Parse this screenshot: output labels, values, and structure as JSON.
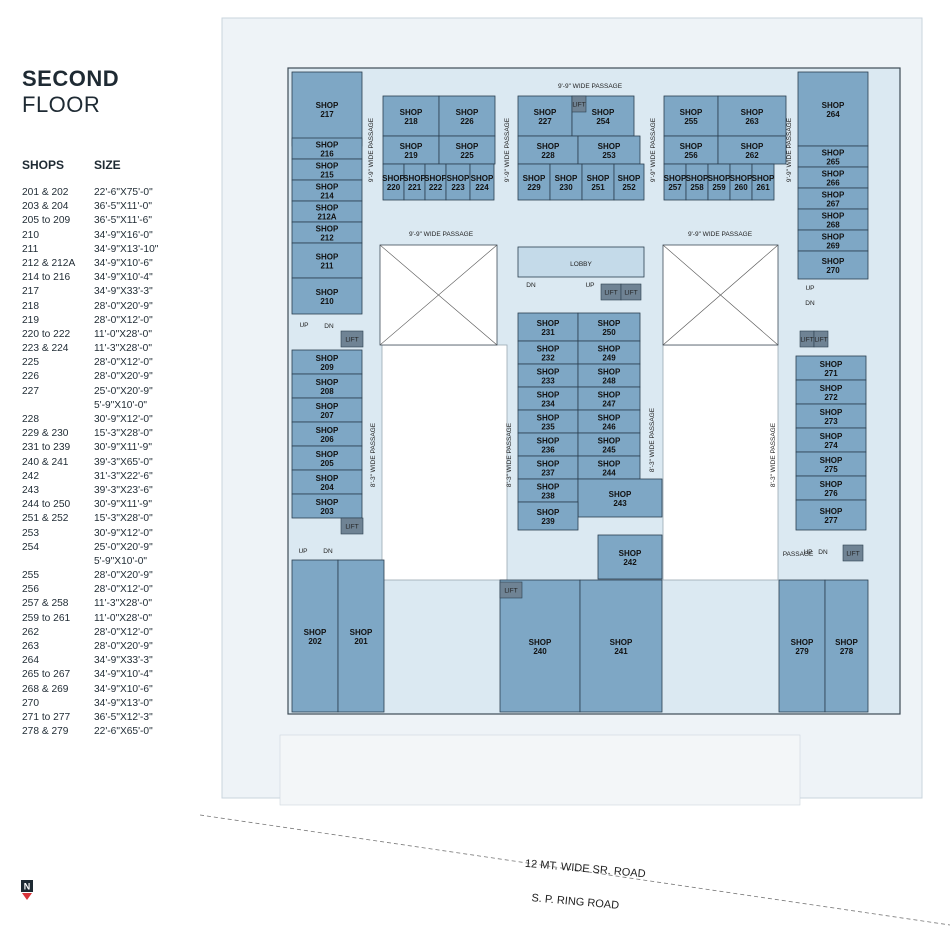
{
  "title": {
    "line1": "SECOND",
    "line2": "FLOOR"
  },
  "legend": {
    "col_shops": "SHOPS",
    "col_size": "SIZE",
    "rows": [
      [
        "201 & 202",
        "22'-6\"X75'-0\""
      ],
      [
        "203 & 204",
        "36'-5\"X11'-0\""
      ],
      [
        "205 to 209",
        "36'-5\"X11'-6\""
      ],
      [
        "210",
        "34'-9\"X16'-0\""
      ],
      [
        "211",
        "34'-9\"X13'-10\""
      ],
      [
        "212 & 212A",
        "34'-9\"X10'-6\""
      ],
      [
        "214 to 216",
        "34'-9\"X10'-4\""
      ],
      [
        "217",
        "34'-9\"X33'-3\""
      ],
      [
        "218",
        "28'-0\"X20'-9\""
      ],
      [
        "219",
        "28'-0\"X12'-0\""
      ],
      [
        "220 to 222",
        "11'-0\"X28'-0\""
      ],
      [
        "223 & 224",
        "11'-3\"X28'-0\""
      ],
      [
        "225",
        "28'-0\"X12'-0\""
      ],
      [
        "226",
        "28'-0\"X20'-9\""
      ],
      [
        "227",
        "25'-0\"X20'-9\""
      ],
      [
        "",
        "5'-9\"X10'-0\""
      ],
      [
        "228",
        "30'-9\"X12'-0\""
      ],
      [
        "229 & 230",
        "15'-3\"X28'-0\""
      ],
      [
        "231 to 239",
        "30'-9\"X11'-9\""
      ],
      [
        "240 & 241",
        "39'-3\"X65'-0\""
      ],
      [
        "242",
        "31'-3\"X22'-6\""
      ],
      [
        "243",
        "39'-3\"X23'-6\""
      ],
      [
        "244 to 250",
        "30'-9\"X11'-9\""
      ],
      [
        "251 & 252",
        "15'-3\"X28'-0\""
      ],
      [
        "253",
        "30'-9\"X12'-0\""
      ],
      [
        "254",
        "25'-0\"X20'-9\""
      ],
      [
        "",
        "5'-9\"X10'-0\""
      ],
      [
        "255",
        "28'-0\"X20'-9\""
      ],
      [
        "256",
        "28'-0\"X12'-0\""
      ],
      [
        "257 & 258",
        "11'-3\"X28'-0\""
      ],
      [
        "259 to 261",
        "11'-0\"X28'-0\""
      ],
      [
        "262",
        "28'-0\"X12'-0\""
      ],
      [
        "263",
        "28'-0\"X20'-9\""
      ],
      [
        "264",
        "34'-9\"X33'-3\""
      ],
      [
        "265 to 267",
        "34'-9\"X10'-4\""
      ],
      [
        "268 & 269",
        "34'-9\"X10'-6\""
      ],
      [
        "270",
        "34'-9\"X13'-0\""
      ],
      [
        "271 to 277",
        "36'-5\"X12'-3\""
      ],
      [
        "278 & 279",
        "22'-6\"X65'-0\""
      ]
    ]
  },
  "plan": {
    "shop_word": "SHOP",
    "lift_label": "LIFT",
    "lobby_label": "LOBBY",
    "up_label": "UP",
    "dn_label": "DN",
    "passage_label": "PASSAGE",
    "passage_99": "9'-9\" WIDE PASSAGE",
    "passage_83": "8'-3\" WIDE PASSAGE",
    "road_1": "12 MT. WIDE SR. ROAD",
    "road_2": "S. P. RING  ROAD",
    "north_label": "N",
    "shops": [
      "217",
      "216",
      "215",
      "214",
      "212A",
      "212",
      "211",
      "210",
      "209",
      "208",
      "207",
      "206",
      "205",
      "204",
      "203",
      "202",
      "201",
      "218",
      "219",
      "226",
      "225",
      "220",
      "221",
      "222",
      "223",
      "224",
      "227",
      "254",
      "228",
      "253",
      "229",
      "230",
      "251",
      "252",
      "255",
      "263",
      "256",
      "262",
      "257",
      "258",
      "259",
      "260",
      "261",
      "264",
      "265",
      "266",
      "267",
      "268",
      "269",
      "270",
      "231",
      "250",
      "232",
      "249",
      "233",
      "248",
      "234",
      "247",
      "235",
      "246",
      "236",
      "245",
      "237",
      "244",
      "238",
      "243",
      "239",
      "242",
      "240",
      "241",
      "271",
      "272",
      "273",
      "274",
      "275",
      "276",
      "277",
      "279",
      "278"
    ]
  }
}
